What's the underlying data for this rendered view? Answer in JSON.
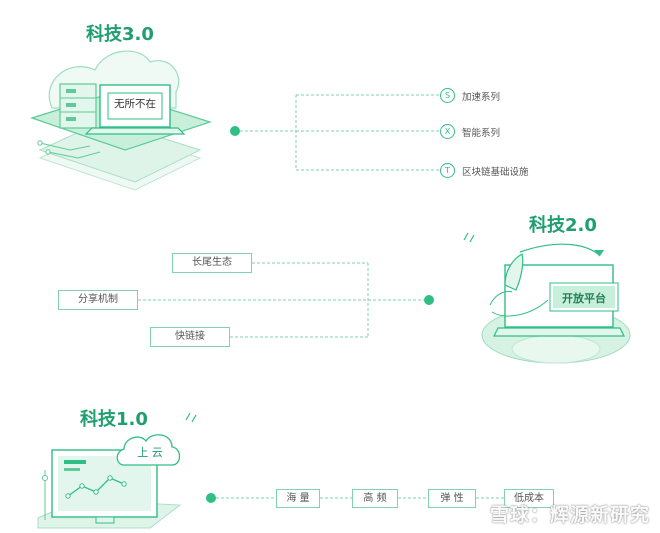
{
  "tiers": {
    "t3": {
      "title": "科技3.0",
      "screen_text": "无所不在",
      "items": [
        {
          "icon_letter": "S",
          "label": "加速系列"
        },
        {
          "icon_letter": "X",
          "label": "智能系列"
        },
        {
          "icon_letter": "T",
          "label": "区块链基础设施"
        }
      ]
    },
    "t2": {
      "title": "科技2.0",
      "screen_text": "开放平台",
      "items": [
        "长尾生态",
        "分享机制",
        "快链接"
      ]
    },
    "t1": {
      "title": "科技1.0",
      "cloud_text": "上 云",
      "items": [
        "海 量",
        "高 频",
        "弹 性",
        "低成本"
      ]
    }
  },
  "watermark": "雪球：辉源新研究",
  "colors": {
    "accent": "#2fbf85",
    "title": "#1f9e6e",
    "fill": "#e3f6ed"
  }
}
